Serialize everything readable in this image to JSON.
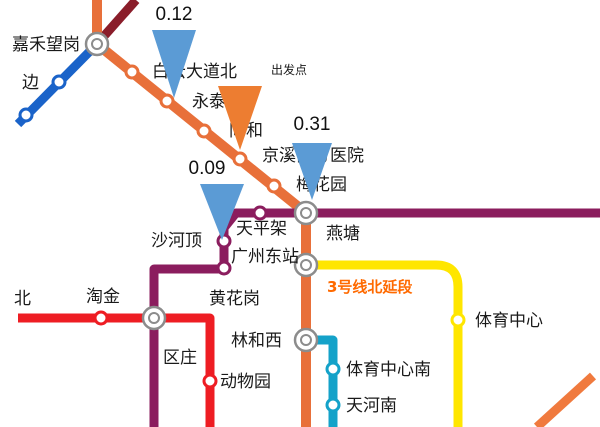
{
  "colors": {
    "line_blue": "#1a63c9",
    "line_orange": "#e8703a",
    "line_purple": "#8b1d5e",
    "line_red": "#ee1d23",
    "line_yellow": "#ffe600",
    "line_cyan": "#14a2c9",
    "line_darkred": "#8a1d2a",
    "line_orange_extra": "#f07a3e",
    "marker_blue": "#5b9bd5",
    "marker_orange": "#ed7d31",
    "extension_label": "#ff6a00"
  },
  "stations": {
    "jiahewanggang": "嘉禾望岗",
    "jiaobian": "边",
    "baiyundadaobei": "白云大道北",
    "yongtai": "永泰",
    "tonghe": "同和",
    "jingxi_nanfang_yiyuan": "京溪南方医院",
    "meihuayuan": "梅花园",
    "yantang": "燕塘",
    "tianpingjia": "天平架",
    "shahe_ding": "沙河顶",
    "guangzhou_dongzhan": "广州东站",
    "huanghuagang": "黄花岗",
    "taojin": "淘金",
    "qiuzhuang": "区庄",
    "dongwuyuan": "动物园",
    "linhexi": "林和西",
    "tiyu_zhongxin_nan": "体育中心南",
    "tianhe_nan": "天河南",
    "tiyu_zhongxin": "体育中心",
    "left_fragment": "北"
  },
  "labels": {
    "line3_north_extension": "3号线北延段",
    "start_point": "出发点"
  },
  "markers": [
    {
      "value": "0.12",
      "color": "blue"
    },
    {
      "value": "",
      "color": "orange"
    },
    {
      "value": "0.31",
      "color": "blue"
    },
    {
      "value": "0.09",
      "color": "blue"
    }
  ]
}
